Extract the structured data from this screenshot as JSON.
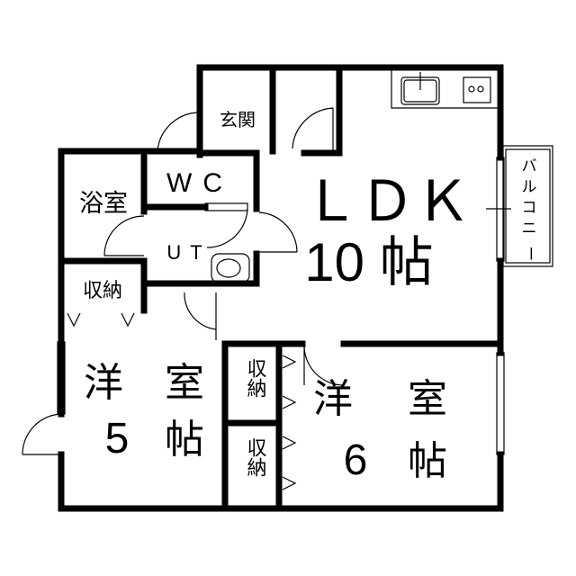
{
  "rooms": {
    "entrance": "玄関",
    "wc": "WC",
    "bath": "浴室",
    "ut": "UT",
    "storage_left": "収納",
    "ldk": "ＬＤＫ",
    "ldk_size": "10 帖",
    "western5_a": "洋",
    "western5_b": "室",
    "western5_num": "5",
    "western5_unit": "帖",
    "storage_mid_1": "収納",
    "storage_mid_2": "収納",
    "western6_a": "洋",
    "western6_b": "室",
    "western6_num": "6",
    "western6_unit": "帖",
    "balcony": [
      "バ",
      "ル",
      "コ",
      "ニ",
      "ー"
    ]
  },
  "colors": {
    "wall": "#000000",
    "background": "#ffffff"
  }
}
